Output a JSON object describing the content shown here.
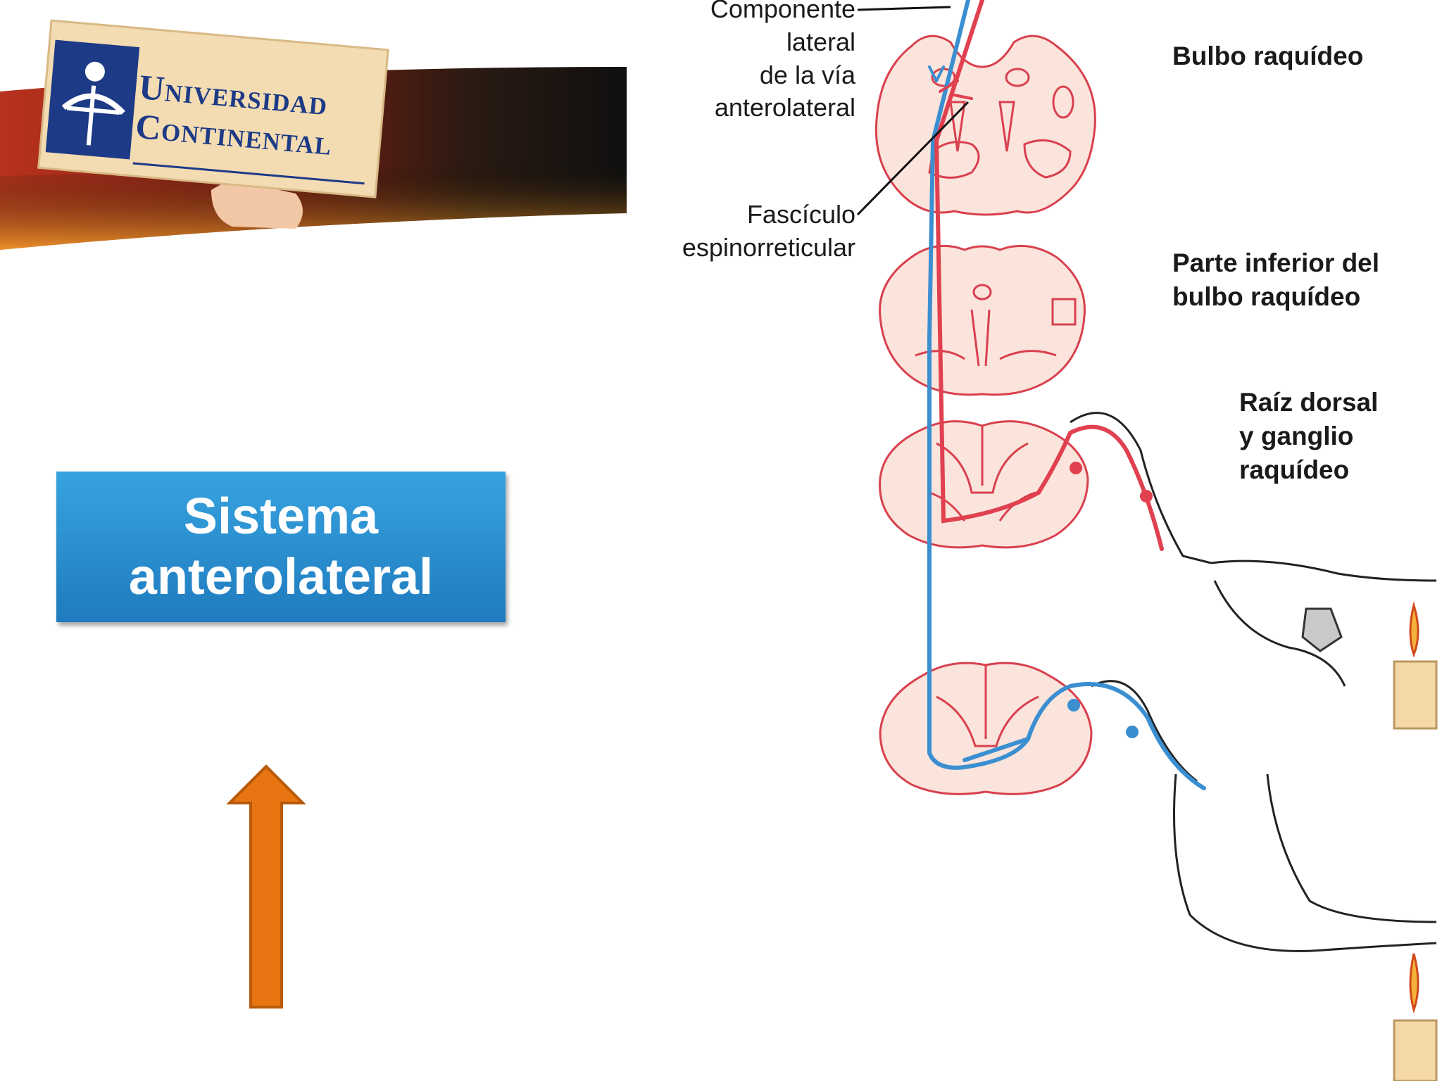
{
  "logo": {
    "line1": "Universidad",
    "line2": "Continental"
  },
  "title": {
    "line1": "Sistema",
    "line2": "anterolateral"
  },
  "diagram": {
    "labels": {
      "componente": [
        "Componente",
        "lateral",
        "de la vía",
        "anterolateral"
      ],
      "fasciculo": [
        "Fascículo",
        "espinorreticular"
      ],
      "bulbo": [
        "Bulbo raquídeo"
      ],
      "parte_inferior": [
        "Parte inferior del",
        "bulbo raquídeo"
      ],
      "raiz": [
        "Raíz dorsal",
        "y ganglio",
        "raquídeo"
      ]
    }
  },
  "colors": {
    "title_box_top": "#37a3e0",
    "title_box_bottom": "#1f7bbe",
    "arrow_fill": "#e87511",
    "arrow_stroke": "#b85a0a",
    "pathway_red": "#e0404f",
    "pathway_blue": "#3b8fd1",
    "tissue_fill": "#fbe4dc",
    "tissue_outline": "#d9404e",
    "logo_blue": "#1d3a86"
  }
}
